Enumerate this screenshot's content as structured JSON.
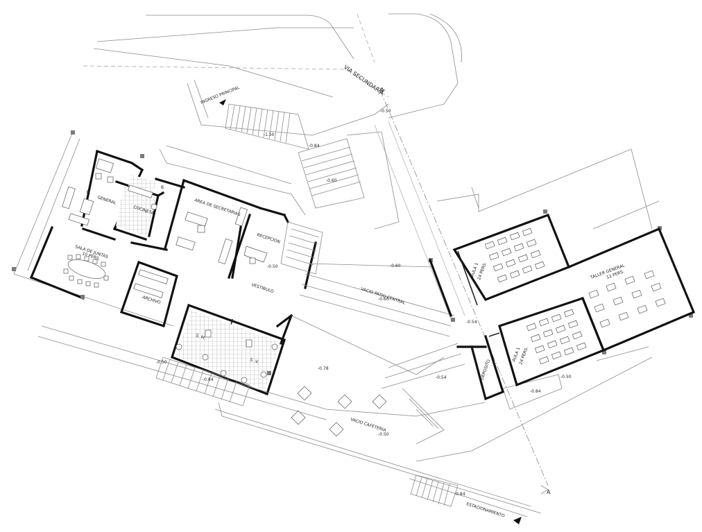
{
  "labels": {
    "via_secundaria": "VIA SECUNDARIA",
    "ingreso_principal": "INGRESO PRINCIPAL",
    "d_general_1": "D.",
    "d_general_2": "GENERAL",
    "cocineta": "COCINETA",
    "area_secretarias": "AREA DE SECRETARIAS",
    "recepcion": "RECEPCION",
    "sala_juntas_1": "SALA DE JUNTAS",
    "sala_juntas_2": "10 PERS.",
    "archivo": "ARCHIVO",
    "vestibulo": "VESTIBULO",
    "ss_m": "S. M.",
    "ss_v": "S. V.",
    "vacio_patio_central": "VACIO PATIO CENTRAL",
    "aula1_a": "AULA 1",
    "aula1_a_cap": "24 PERS.",
    "aula1_b": "AULA 1",
    "aula1_b_cap": "24 PERS.",
    "taller_general": "TALLER GENERAL",
    "taller_general_cap": "12 PERS.",
    "deposito": "DEPOSITO",
    "vacio_cafeteria": "VACIO CAFETERIA",
    "estacionamiento": "ESTACIONAMIENTO",
    "section_a_top": "A",
    "section_a_bottom": "A",
    "s_b": "B",
    "lvl_1": "-0.50",
    "lvl_2": "-1.50",
    "lvl_3": "-0.84",
    "lvl_4": "-0.60",
    "lvl_5": "-0.50",
    "lvl_6": "-0.60",
    "lvl_7": "-0.60",
    "lvl_8": "-0.54",
    "lvl_9": "-0.78",
    "lvl_10": "-0.50",
    "lvl_11": "-0.84",
    "lvl_12": "-0.54",
    "lvl_13": "-0.50",
    "lvl_14": "-0.84",
    "lvl_15": "-0.50",
    "lvl_16": "-0.84"
  }
}
